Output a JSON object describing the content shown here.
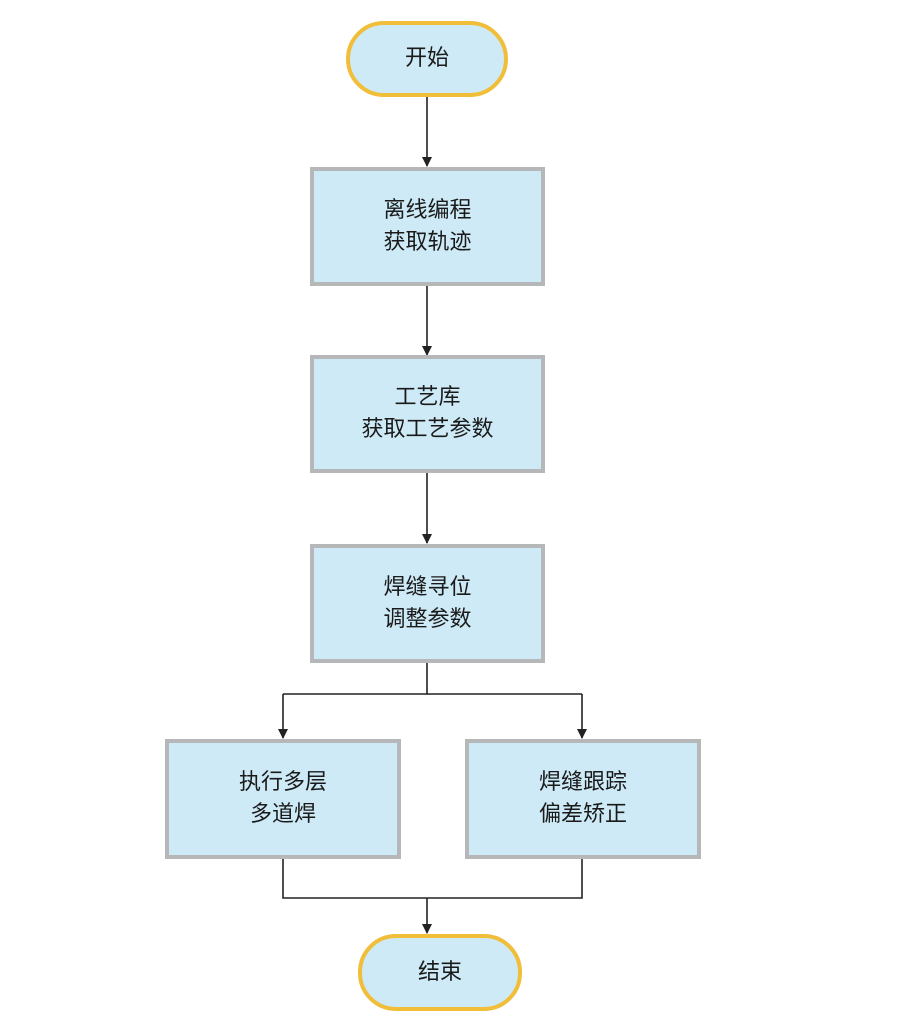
{
  "diagram": {
    "start": {
      "label": "开始"
    },
    "offline_programming": {
      "line1": "离线编程",
      "line2": "获取轨迹"
    },
    "process_library": {
      "line1": "工艺库",
      "line2": "获取工艺参数"
    },
    "seam_locating": {
      "line1": "焊缝寻位",
      "line2": "调整参数"
    },
    "multilayer_welding": {
      "line1": "执行多层",
      "line2": "多道焊"
    },
    "seam_tracking": {
      "line1": "焊缝跟踪",
      "line2": "偏差矫正"
    },
    "end": {
      "label": "结束"
    },
    "colors": {
      "box_fill": "#cdeaf6",
      "terminal_border": "#f1be3a",
      "process_border": "#b5b7b9",
      "connector": "#222222"
    }
  }
}
